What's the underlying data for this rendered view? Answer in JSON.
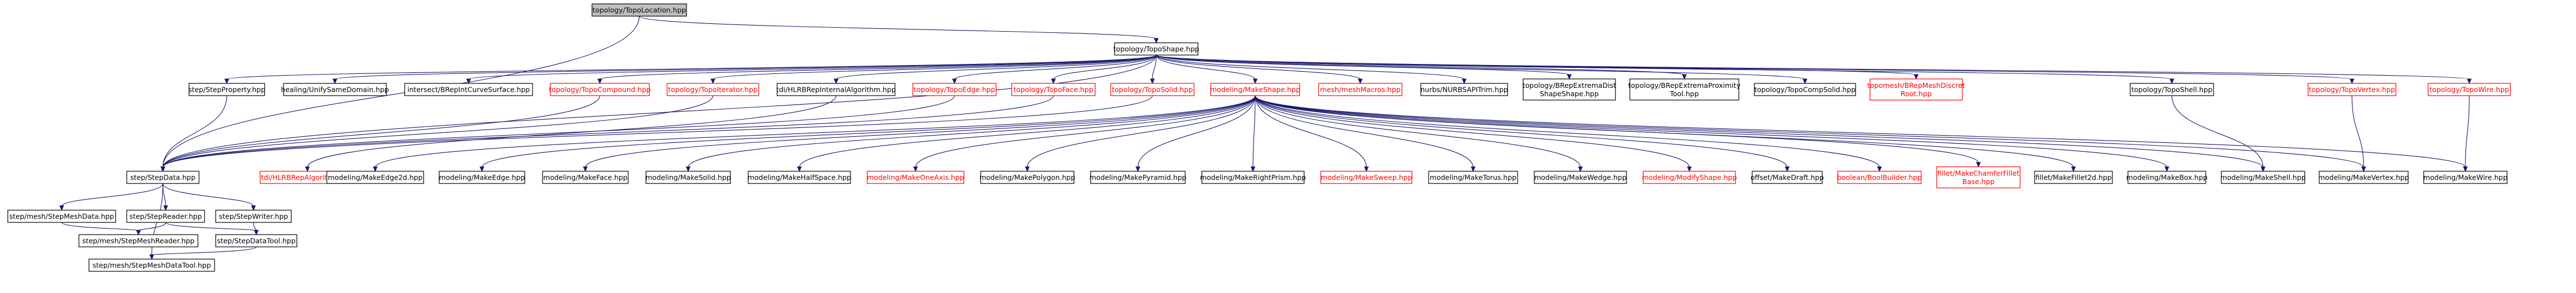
{
  "nodes": [
    {
      "id": "root",
      "lines": [
        "topology/TopoLocation.hpp"
      ],
      "root": true
    },
    {
      "id": "shape",
      "lines": [
        "topology/TopoShape.hpp"
      ]
    },
    {
      "id": "stepprop",
      "lines": [
        "step/StepProperty.hpp"
      ]
    },
    {
      "id": "healing",
      "lines": [
        "healing/UnifySameDomain.hpp"
      ]
    },
    {
      "id": "intersect",
      "lines": [
        "intersect/BRepIntCurveSurface.hpp"
      ]
    },
    {
      "id": "compound",
      "lines": [
        "topology/TopoCompound.hpp"
      ],
      "missing": true
    },
    {
      "id": "iterator",
      "lines": [
        "topology/TopoIterator.hpp"
      ],
      "missing": true
    },
    {
      "id": "tdi",
      "lines": [
        "tdi/HLRBRepInternalAlgorithm.hpp"
      ]
    },
    {
      "id": "edge",
      "lines": [
        "topology/TopoEdge.hpp"
      ],
      "missing": true
    },
    {
      "id": "face",
      "lines": [
        "topology/TopoFace.hpp"
      ],
      "missing": true
    },
    {
      "id": "solid",
      "lines": [
        "topology/TopoSolid.hpp"
      ],
      "missing": true
    },
    {
      "id": "makeshape",
      "lines": [
        "modeling/MakeShape.hpp"
      ],
      "missing": true
    },
    {
      "id": "meshmacros",
      "lines": [
        "mesh/meshMacros.hpp"
      ],
      "missing": true
    },
    {
      "id": "nurbs",
      "lines": [
        "nurbs/NURBSAPITrim.hpp"
      ]
    },
    {
      "id": "extrema",
      "lines": [
        "topology/BRepExtremaDist",
        "ShapeShape.hpp"
      ]
    },
    {
      "id": "proximity",
      "lines": [
        "topology/BRepExtremaProximity",
        "Tool.hpp"
      ]
    },
    {
      "id": "compsolid",
      "lines": [
        "topology/TopoCompSolid.hpp"
      ]
    },
    {
      "id": "discret",
      "lines": [
        "topomesh/BRepMeshDiscret",
        "Root.hpp"
      ],
      "missing": true
    },
    {
      "id": "shell",
      "lines": [
        "topology/TopoShell.hpp"
      ]
    },
    {
      "id": "vertex",
      "lines": [
        "topology/TopoVertex.hpp"
      ],
      "missing": true
    },
    {
      "id": "wire",
      "lines": [
        "topology/TopoWire.hpp"
      ],
      "missing": true
    },
    {
      "id": "stepdata",
      "lines": [
        "step/StepData.hpp"
      ]
    },
    {
      "id": "hlrbrep",
      "lines": [
        "tdi/HLRBRepAlgorithm.hpp"
      ],
      "missing": true
    },
    {
      "id": "edge2d",
      "lines": [
        "modeling/MakeEdge2d.hpp"
      ]
    },
    {
      "id": "makeedge",
      "lines": [
        "modeling/MakeEdge.hpp"
      ]
    },
    {
      "id": "makeface",
      "lines": [
        "modeling/MakeFace.hpp"
      ]
    },
    {
      "id": "makesolid",
      "lines": [
        "modeling/MakeSolid.hpp"
      ]
    },
    {
      "id": "halfspace",
      "lines": [
        "modeling/MakeHalfSpace.hpp"
      ]
    },
    {
      "id": "oneaxis",
      "lines": [
        "modeling/MakeOneAxis.hpp"
      ],
      "missing": true
    },
    {
      "id": "polygon",
      "lines": [
        "modeling/MakePolygon.hpp"
      ]
    },
    {
      "id": "pyramid",
      "lines": [
        "modeling/MakePyramid.hpp"
      ]
    },
    {
      "id": "prism",
      "lines": [
        "modeling/MakeRightPrism.hpp"
      ]
    },
    {
      "id": "sweep",
      "lines": [
        "modeling/MakeSweep.hpp"
      ],
      "missing": true
    },
    {
      "id": "torus",
      "lines": [
        "modeling/MakeTorus.hpp"
      ]
    },
    {
      "id": "wedge",
      "lines": [
        "modeling/MakeWedge.hpp"
      ]
    },
    {
      "id": "modify",
      "lines": [
        "modeling/ModifyShape.hpp"
      ],
      "missing": true
    },
    {
      "id": "draft",
      "lines": [
        "offset/MakeDraft.hpp"
      ]
    },
    {
      "id": "bool",
      "lines": [
        "boolean/BoolBuilder.hpp"
      ],
      "missing": true
    },
    {
      "id": "chamfer",
      "lines": [
        "fillet/MakeChamferFillet",
        "Base.hpp"
      ],
      "missing": true
    },
    {
      "id": "fillet2d",
      "lines": [
        "fillet/MakeFillet2d.hpp"
      ]
    },
    {
      "id": "makebox",
      "lines": [
        "modeling/MakeBox.hpp"
      ]
    },
    {
      "id": "makeshell",
      "lines": [
        "modeling/MakeShell.hpp"
      ]
    },
    {
      "id": "makevertex",
      "lines": [
        "modeling/MakeVertex.hpp"
      ]
    },
    {
      "id": "makewire",
      "lines": [
        "modeling/MakeWire.hpp"
      ]
    },
    {
      "id": "meshdata",
      "lines": [
        "step/mesh/StepMeshData.hpp"
      ]
    },
    {
      "id": "reader",
      "lines": [
        "step/StepReader.hpp"
      ]
    },
    {
      "id": "writer",
      "lines": [
        "step/StepWriter.hpp"
      ]
    },
    {
      "id": "meshreader",
      "lines": [
        "step/mesh/StepMeshReader.hpp"
      ]
    },
    {
      "id": "datatool",
      "lines": [
        "step/StepDataTool.hpp"
      ]
    },
    {
      "id": "meshdatatool",
      "lines": [
        "step/mesh/StepMeshDataTool.hpp"
      ]
    }
  ],
  "edges": [
    [
      "root",
      "shape"
    ],
    [
      "root",
      "stepdata"
    ],
    [
      "shape",
      "stepprop"
    ],
    [
      "shape",
      "healing"
    ],
    [
      "shape",
      "intersect"
    ],
    [
      "shape",
      "compound"
    ],
    [
      "shape",
      "iterator"
    ],
    [
      "shape",
      "tdi"
    ],
    [
      "shape",
      "edge"
    ],
    [
      "shape",
      "face"
    ],
    [
      "shape",
      "solid"
    ],
    [
      "shape",
      "makeshape"
    ],
    [
      "shape",
      "meshmacros"
    ],
    [
      "shape",
      "nurbs"
    ],
    [
      "shape",
      "extrema"
    ],
    [
      "shape",
      "proximity"
    ],
    [
      "shape",
      "compsolid"
    ],
    [
      "shape",
      "discret"
    ],
    [
      "shape",
      "shell"
    ],
    [
      "shape",
      "vertex"
    ],
    [
      "shape",
      "wire"
    ],
    [
      "shape",
      "stepdata"
    ],
    [
      "stepprop",
      "stepdata"
    ],
    [
      "compound",
      "stepdata"
    ],
    [
      "iterator",
      "stepdata"
    ],
    [
      "edge",
      "stepdata"
    ],
    [
      "face",
      "stepdata"
    ],
    [
      "solid",
      "stepdata"
    ],
    [
      "tdi",
      "hlrbrep"
    ],
    [
      "makeshape",
      "edge2d"
    ],
    [
      "makeshape",
      "makeedge"
    ],
    [
      "makeshape",
      "makeface"
    ],
    [
      "makeshape",
      "makesolid"
    ],
    [
      "makeshape",
      "halfspace"
    ],
    [
      "makeshape",
      "oneaxis"
    ],
    [
      "makeshape",
      "polygon"
    ],
    [
      "makeshape",
      "pyramid"
    ],
    [
      "makeshape",
      "prism"
    ],
    [
      "makeshape",
      "sweep"
    ],
    [
      "makeshape",
      "torus"
    ],
    [
      "makeshape",
      "wedge"
    ],
    [
      "makeshape",
      "modify"
    ],
    [
      "makeshape",
      "draft"
    ],
    [
      "makeshape",
      "bool"
    ],
    [
      "makeshape",
      "chamfer"
    ],
    [
      "makeshape",
      "fillet2d"
    ],
    [
      "makeshape",
      "makebox"
    ],
    [
      "makeshape",
      "makeshell"
    ],
    [
      "makeshape",
      "makevertex"
    ],
    [
      "makeshape",
      "makewire"
    ],
    [
      "shell",
      "makeshell"
    ],
    [
      "vertex",
      "makevertex"
    ],
    [
      "wire",
      "makewire"
    ],
    [
      "stepdata",
      "meshdata"
    ],
    [
      "stepdata",
      "reader"
    ],
    [
      "stepdata",
      "writer"
    ],
    [
      "stepdata",
      "meshdatatool"
    ],
    [
      "meshdata",
      "meshreader"
    ],
    [
      "reader",
      "meshreader"
    ],
    [
      "reader",
      "datatool"
    ],
    [
      "writer",
      "datatool"
    ],
    [
      "datatool",
      "meshdatatool"
    ]
  ]
}
